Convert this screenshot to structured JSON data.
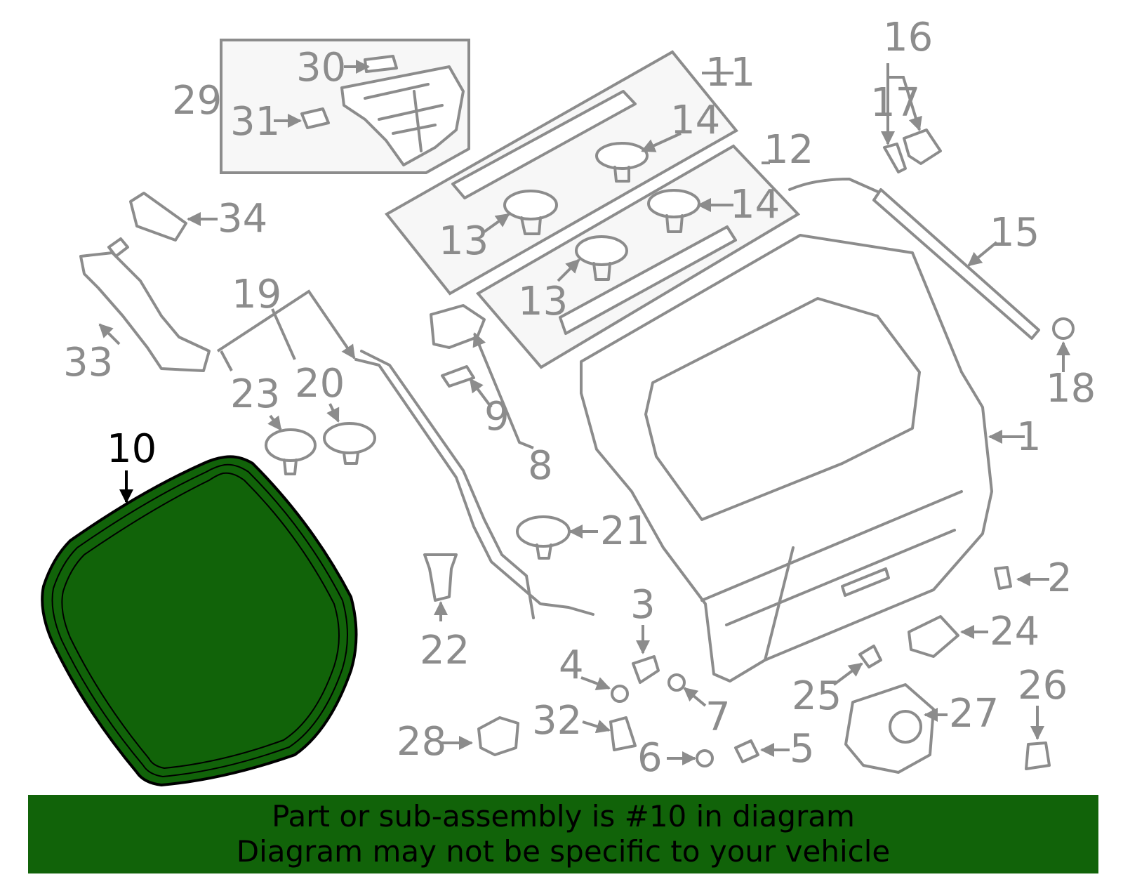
{
  "highlight_color": "#116309",
  "part_color": "#8c8c8c",
  "highlighted_part": "10",
  "labels": [
    "1",
    "2",
    "3",
    "4",
    "5",
    "6",
    "7",
    "8",
    "9",
    "10",
    "11",
    "12",
    "13",
    "13",
    "14",
    "14",
    "15",
    "16",
    "17",
    "18",
    "19",
    "20",
    "21",
    "22",
    "23",
    "24",
    "25",
    "26",
    "27",
    "28",
    "29",
    "30",
    "31",
    "32",
    "33",
    "34"
  ],
  "banner": {
    "line1": "Part or sub-assembly is #10 in diagram",
    "line2": "Diagram may not be specific to your vehicle"
  }
}
